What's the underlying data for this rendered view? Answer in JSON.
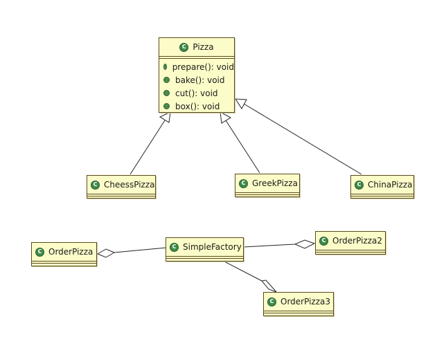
{
  "classes": {
    "pizza": {
      "name": "Pizza",
      "icon": "class-icon",
      "methods": [
        "prepare(): void",
        "bake(): void",
        "cut(): void",
        "box(): void"
      ]
    },
    "cheess_pizza": {
      "name": "CheessPizza"
    },
    "greek_pizza": {
      "name": "GreekPizza"
    },
    "china_pizza": {
      "name": "ChinaPizza"
    },
    "order_pizza": {
      "name": "OrderPizza"
    },
    "simple_factory": {
      "name": "SimpleFactory"
    },
    "order_pizza2": {
      "name": "OrderPizza2"
    },
    "order_pizza3": {
      "name": "OrderPizza3"
    }
  },
  "class_icon_glyph": "C",
  "relations": [
    {
      "type": "generalization",
      "from": "CheessPizza",
      "to": "Pizza"
    },
    {
      "type": "generalization",
      "from": "GreekPizza",
      "to": "Pizza"
    },
    {
      "type": "generalization",
      "from": "ChinaPizza",
      "to": "Pizza"
    },
    {
      "type": "aggregation",
      "whole": "OrderPizza",
      "part": "SimpleFactory"
    },
    {
      "type": "aggregation",
      "whole": "OrderPizza2",
      "part": "SimpleFactory"
    },
    {
      "type": "aggregation",
      "whole": "OrderPizza3",
      "part": "SimpleFactory"
    }
  ],
  "colors": {
    "class_fill": "#fcfcc9",
    "border": "#5a4a1a",
    "icon": "#3e8a4a"
  }
}
